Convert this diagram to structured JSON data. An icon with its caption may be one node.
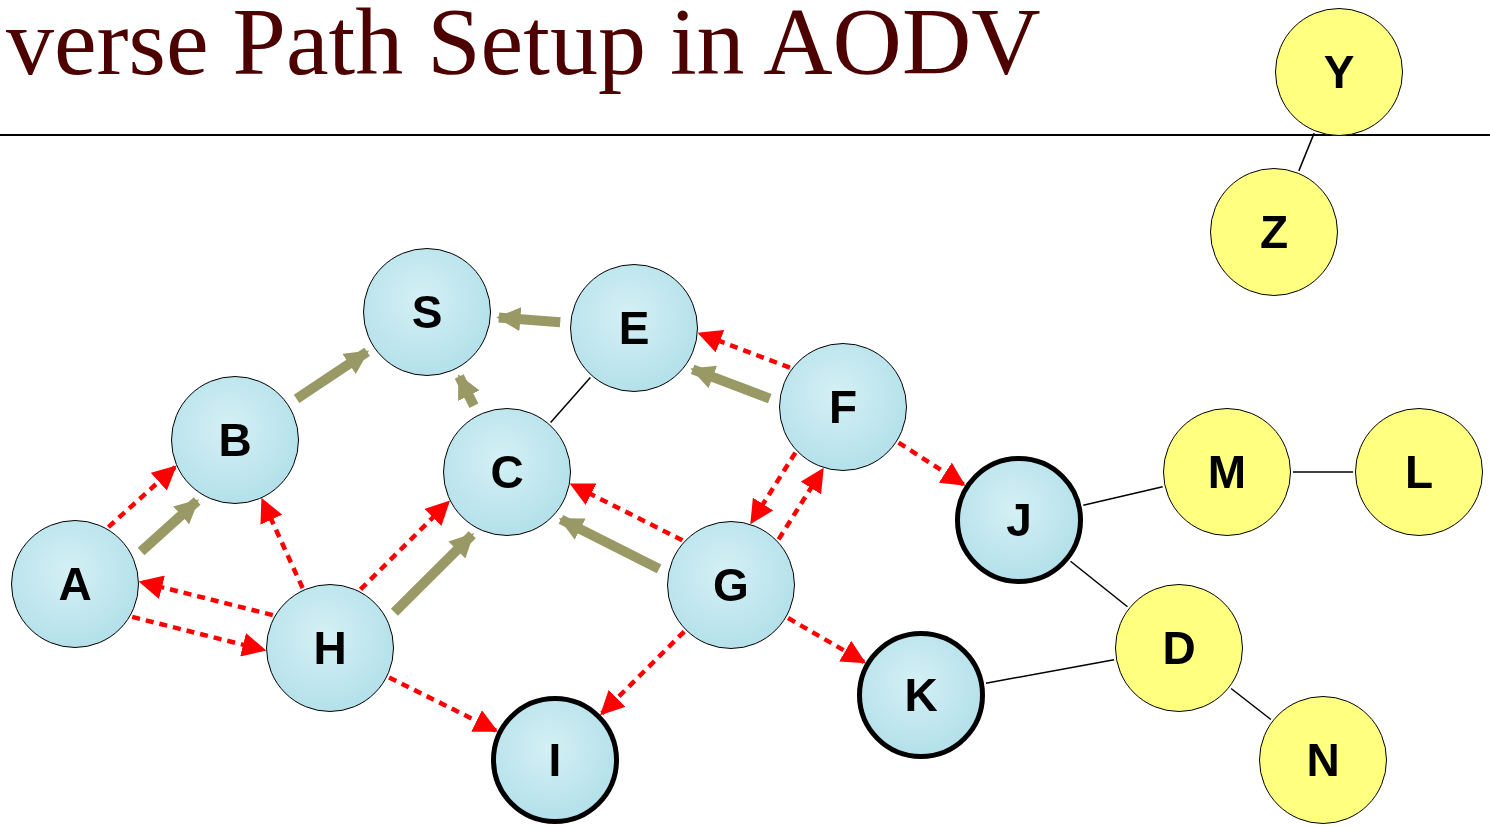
{
  "diagram": {
    "title": "verse Path Setup in AODV",
    "nodes": [
      {
        "text": [
          "Y"
        ]
      },
      {
        "text": [
          "Z"
        ]
      },
      {
        "text": [
          "S"
        ]
      },
      {
        "text": [
          "E"
        ]
      },
      {
        "text": [
          "F"
        ]
      },
      {
        "text": [
          "B"
        ]
      },
      {
        "text": [
          "C"
        ]
      },
      {
        "text": [
          "M"
        ]
      },
      {
        "text": [
          "L"
        ]
      },
      {
        "text": [
          "J"
        ]
      },
      {
        "text": [
          "A"
        ]
      },
      {
        "text": [
          "G"
        ]
      },
      {
        "text": [
          "H"
        ]
      },
      {
        "text": [
          "D"
        ]
      },
      {
        "text": [
          "K"
        ]
      },
      {
        "text": [
          "I"
        ]
      },
      {
        "text": [
          "N"
        ]
      }
    ],
    "edges": [
      {
        "from": 5,
        "to": 2,
        "arrow": "to",
        "style": "thick",
        "color": "#999966"
      },
      {
        "from": 3,
        "to": 2,
        "arrow": "to",
        "style": "thick",
        "color": "#999966"
      },
      {
        "from": 6,
        "to": 2,
        "arrow": "to",
        "style": "thick",
        "color": "#999966"
      },
      {
        "from": 4,
        "to": 3,
        "arrow": "to",
        "style": "thick",
        "color": "#999966"
      },
      {
        "from": 10,
        "to": 5,
        "arrow": "to",
        "style": "thick",
        "color": "#999966"
      },
      {
        "from": 12,
        "to": 6,
        "arrow": "to",
        "style": "thick",
        "color": "#999966"
      },
      {
        "from": 11,
        "to": 6,
        "arrow": "to",
        "style": "thick",
        "color": "#999966"
      },
      {
        "from": 3,
        "to": 6,
        "arrow": "none",
        "color": "#000000"
      },
      {
        "from": 0,
        "to": 1,
        "arrow": "none",
        "color": "#000000"
      },
      {
        "from": 9,
        "to": 7,
        "arrow": "none",
        "color": "#000000"
      },
      {
        "from": 7,
        "to": 8,
        "arrow": "none",
        "color": "#000000"
      },
      {
        "from": 9,
        "to": 13,
        "arrow": "none",
        "color": "#000000"
      },
      {
        "from": 14,
        "to": 13,
        "arrow": "none",
        "color": "#000000"
      },
      {
        "from": 13,
        "to": 16,
        "arrow": "none",
        "color": "#000000"
      },
      {
        "from": 10,
        "to": 5,
        "arrow": "to",
        "style": "dashed"
      },
      {
        "from": 12,
        "to": 5,
        "arrow": "to",
        "style": "dashed"
      },
      {
        "from": 12,
        "to": 10,
        "arrow": "to",
        "style": "dashed"
      },
      {
        "from": 10,
        "to": 12,
        "arrow": "to",
        "style": "dashed"
      },
      {
        "from": 12,
        "to": 6,
        "arrow": "to",
        "style": "dashed"
      },
      {
        "from": 12,
        "to": 15,
        "arrow": "to",
        "style": "dashed"
      },
      {
        "from": 11,
        "to": 6,
        "arrow": "to",
        "style": "dashed"
      },
      {
        "from": 11,
        "to": 15,
        "arrow": "to",
        "style": "dashed"
      },
      {
        "from": 11,
        "to": 14,
        "arrow": "to",
        "style": "dashed"
      },
      {
        "from": 11,
        "to": 4,
        "arrow": "to",
        "style": "dashed"
      },
      {
        "from": 4,
        "to": 11,
        "arrow": "to",
        "style": "dashed"
      },
      {
        "from": 4,
        "to": 3,
        "arrow": "to",
        "style": "dashed"
      },
      {
        "from": 4,
        "to": 9,
        "arrow": "to",
        "style": "dashed"
      }
    ]
  }
}
